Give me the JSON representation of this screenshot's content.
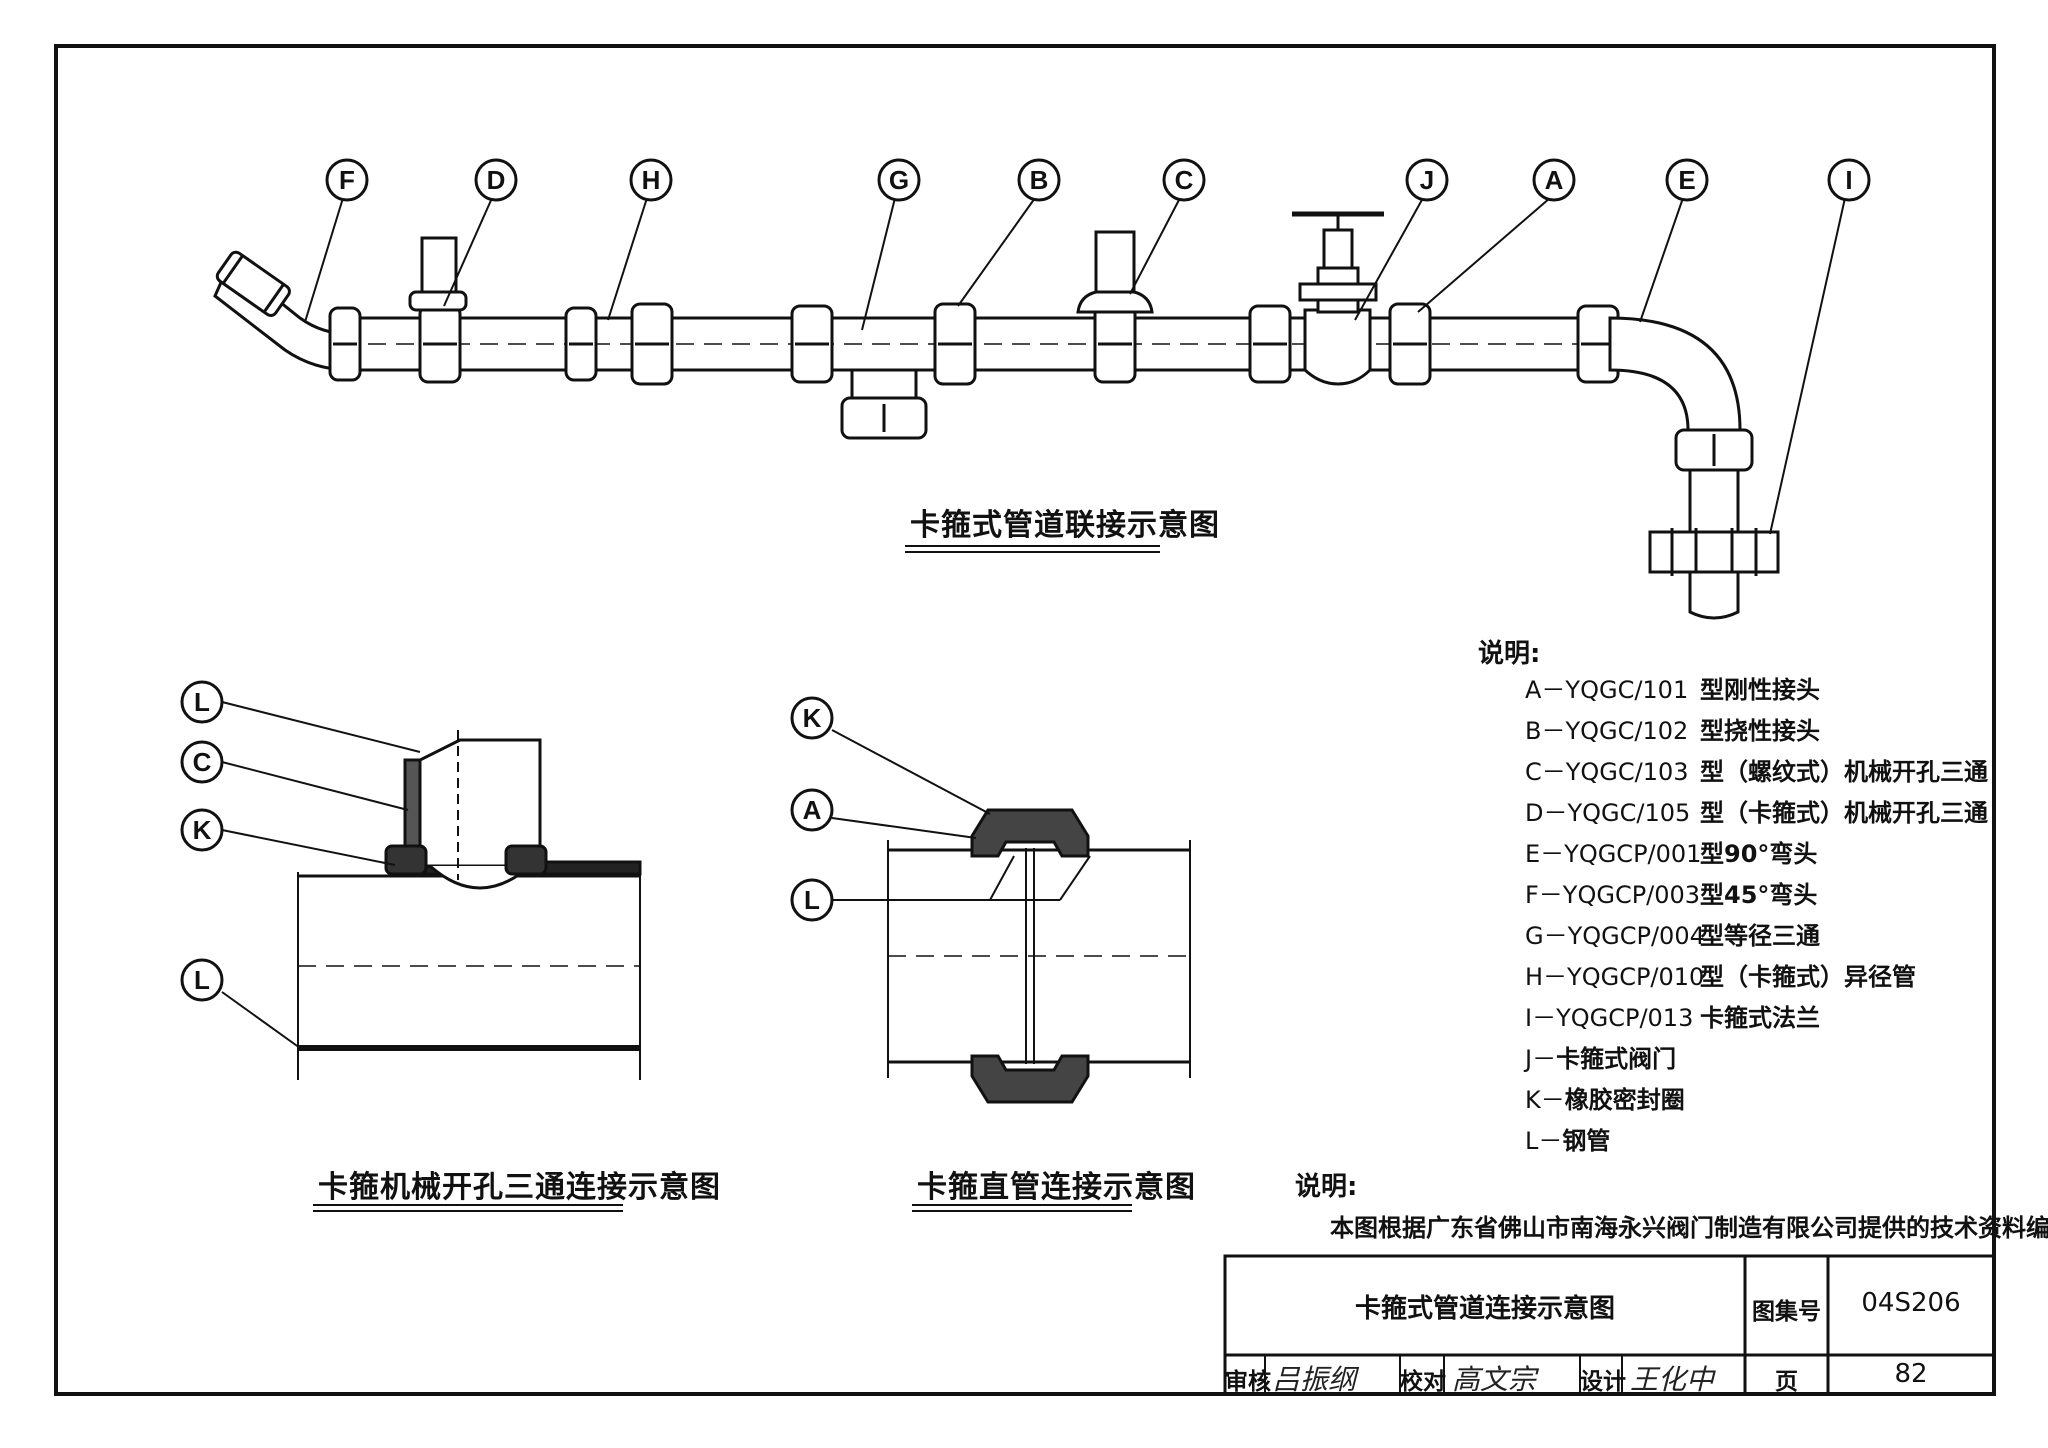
{
  "balloon_labels": [
    "F",
    "D",
    "H",
    "G",
    "B",
    "C",
    "J",
    "A",
    "E",
    "I",
    "L",
    "C",
    "K",
    "L",
    "K",
    "A",
    "L"
  ],
  "captions": {
    "main": "卡箍式管道联接示意图",
    "tee": "卡箍机械开孔三通连接示意图",
    "straight": "卡箍直管连接示意图"
  },
  "legend": {
    "title": "说明:",
    "items": [
      {
        "code": "A－YQGC/101",
        "desc": "型刚性接头"
      },
      {
        "code": "B－YQGC/102",
        "desc": "型挠性接头"
      },
      {
        "code": "C－YQGC/103",
        "desc": "型（螺纹式）机械开孔三通"
      },
      {
        "code": "D－YQGC/105",
        "desc": "型（卡箍式）机械开孔三通"
      },
      {
        "code": "E－YQGCP/001",
        "desc": "型90°弯头"
      },
      {
        "code": "F－YQGCP/003",
        "desc": "型45°弯头"
      },
      {
        "code": "G－YQGCP/004",
        "desc": "型等径三通"
      },
      {
        "code": "H－YQGCP/010",
        "desc": "型（卡箍式）异径管"
      },
      {
        "code": "I－YQGCP/013",
        "desc": "卡箍式法兰"
      },
      {
        "code": "J－",
        "desc": "卡箍式阀门"
      },
      {
        "code": "K－",
        "desc": "橡胶密封圈"
      },
      {
        "code": "L－",
        "desc": "钢管"
      }
    ]
  },
  "note": {
    "title": "说明:",
    "text": "本图根据广东省佛山市南海永兴阀门制造有限公司提供的技术资料编制。"
  },
  "title_block": {
    "title": "卡箍式管道连接示意图",
    "atlas_label": "图集号",
    "atlas_no": "04S206",
    "page_label": "页",
    "page_no": "82",
    "review_label": "审核",
    "check_label": "校对",
    "design_label": "设计",
    "reviewer_sig": "吕振纲",
    "checker_sig": "高文宗",
    "designer_sig": "王化中"
  }
}
